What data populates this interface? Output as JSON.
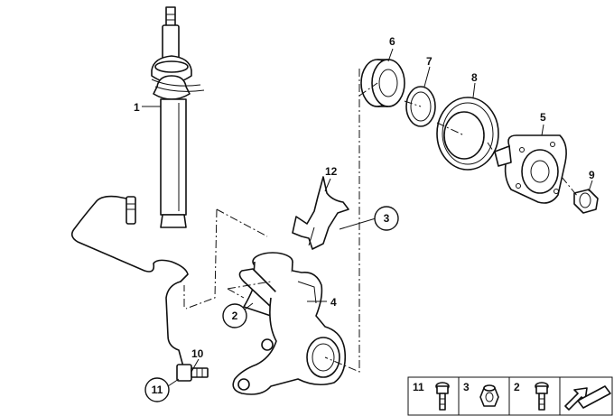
{
  "labels": {
    "strut": "1",
    "ref_2": "2",
    "ref_3": "3",
    "knuckle": "4",
    "hub": "5",
    "bearing": "6",
    "circlip": "7",
    "shield": "8",
    "nut": "9",
    "sensor": "10",
    "ref_11": "11",
    "bracket": "12"
  },
  "legend": {
    "items": [
      {
        "label": "11",
        "icon": "bolt-icon"
      },
      {
        "label": "3",
        "icon": "nut-icon"
      },
      {
        "label": "2",
        "icon": "bolt-icon"
      }
    ],
    "arrow_icon": "arrow-icon"
  }
}
